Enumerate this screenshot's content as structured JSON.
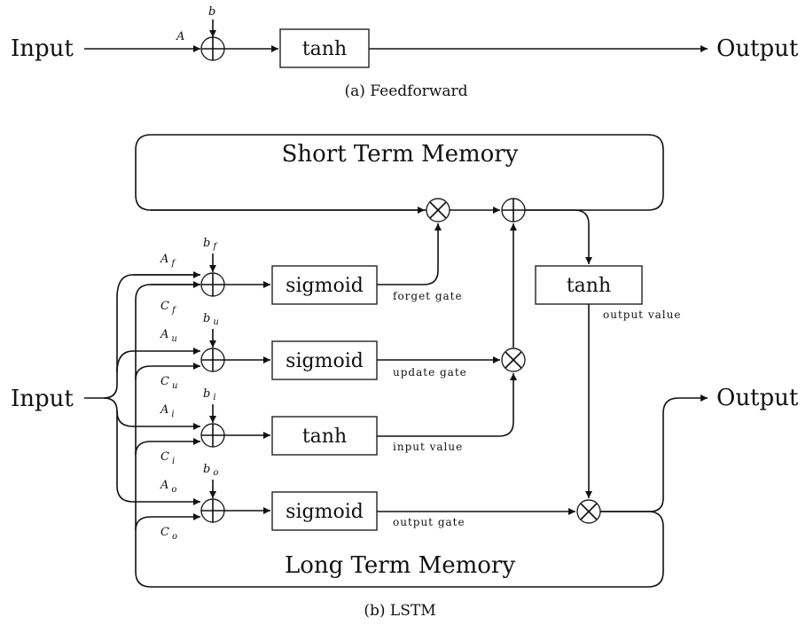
{
  "feedforward": {
    "input_label": "Input",
    "output_label": "Output",
    "weight_label": "A",
    "bias_label": "b",
    "activation_label": "tanh",
    "caption": "(a) Feedforward"
  },
  "lstm": {
    "input_label": "Input",
    "output_label": "Output",
    "short_term_memory_label": "Short Term Memory",
    "long_term_memory_label": "Long Term Memory",
    "caption": "(b) LSTM",
    "gates": [
      {
        "weight": "A",
        "weight_sub": "f",
        "bias": "b",
        "bias_sub": "f",
        "recurrent": "C",
        "recurrent_sub": "f",
        "activation": "sigmoid",
        "output_label": "forget gate"
      },
      {
        "weight": "A",
        "weight_sub": "u",
        "bias": "b",
        "bias_sub": "u",
        "recurrent": "C",
        "recurrent_sub": "u",
        "activation": "sigmoid",
        "output_label": "update gate"
      },
      {
        "weight": "A",
        "weight_sub": "i",
        "bias": "b",
        "bias_sub": "i",
        "recurrent": "C",
        "recurrent_sub": "i",
        "activation": "tanh",
        "output_label": "input value"
      },
      {
        "weight": "A",
        "weight_sub": "o",
        "bias": "b",
        "bias_sub": "o",
        "recurrent": "C",
        "recurrent_sub": "o",
        "activation": "sigmoid",
        "output_label": "output gate"
      }
    ],
    "output_activation": "tanh",
    "output_activation_label": "output value"
  }
}
